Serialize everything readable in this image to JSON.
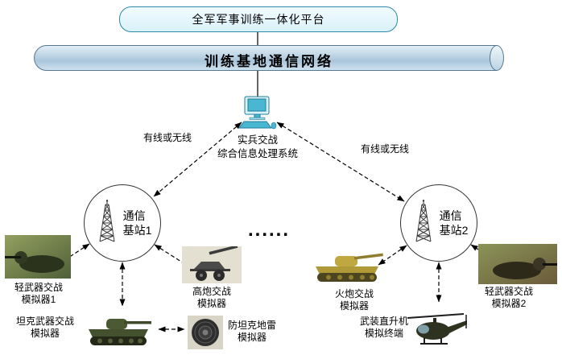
{
  "platform": {
    "title": "全军军事训练一体化平台"
  },
  "network": {
    "title": "训练基地通信网络"
  },
  "processor": {
    "line1": "实兵交战",
    "line2": "综合信息处理系统"
  },
  "links": {
    "left": "有线或无线",
    "right": "有线或无线"
  },
  "stations": [
    {
      "line1": "通信",
      "line2": "基站1"
    },
    {
      "line1": "通信",
      "line2": "基站2"
    }
  ],
  "ellipsis": "......",
  "simulators": [
    {
      "id": "light-weapon-sim-1",
      "line1": "轻武器交战",
      "line2": "模拟器1"
    },
    {
      "id": "aa-gun-sim",
      "line1": "高炮交战",
      "line2": "模拟器"
    },
    {
      "id": "tank-weapon-sim",
      "line1": "坦克武器交战",
      "line2": "模拟器"
    },
    {
      "id": "antitank-mine-sim",
      "line1": "防坦克地雷",
      "line2": "模拟器"
    },
    {
      "id": "artillery-sim",
      "line1": "火炮交战",
      "line2": "模拟器"
    },
    {
      "id": "helicopter-terminal",
      "line1": "武装直升机",
      "line2": "模拟终端"
    },
    {
      "id": "light-weapon-sim-2",
      "line1": "轻武器交战",
      "line2": "模拟器2"
    }
  ],
  "colors": {
    "title_box_fill": "#d9f1f9",
    "title_box_border": "#2f89a8",
    "cylinder_fill": "#a9c6db",
    "cylinder_border": "#55788f",
    "computer_accent": "#45b1cf",
    "line_color": "#000000"
  }
}
